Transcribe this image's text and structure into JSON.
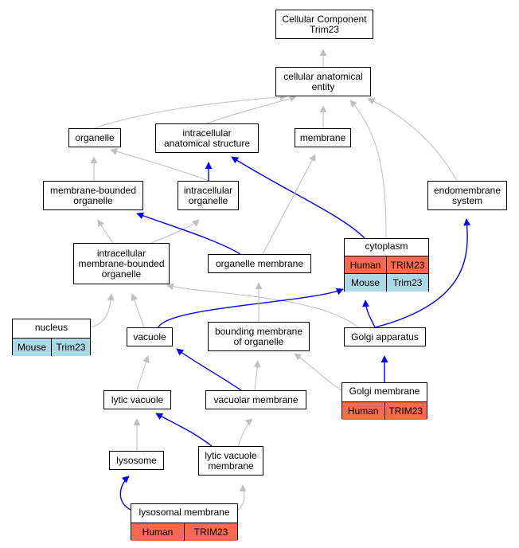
{
  "colors": {
    "is_a_edge": "#c0c0c0",
    "part_of_edge": "#0000ff",
    "human": "#f86a50",
    "mouse": "#add8e6"
  },
  "nodes": {
    "root": {
      "label": "Cellular Component\nTrim23"
    },
    "cae": {
      "label": "cellular anatomical\nentity"
    },
    "organelle": {
      "label": "organelle"
    },
    "ias": {
      "label": "intracellular\nanatomical structure"
    },
    "membrane": {
      "label": "membrane"
    },
    "mbo": {
      "label": "membrane-bounded\norganelle"
    },
    "io": {
      "label": "intracellular\norganelle"
    },
    "endo": {
      "label": "endomembrane\nsystem"
    },
    "imbo": {
      "label": "intracellular\nmembrane-bounded\norganelle"
    },
    "orgmem": {
      "label": "organelle membrane"
    },
    "cyto": {
      "label": "cytoplasm",
      "rows": [
        {
          "species": "Human",
          "gene": "TRIM23"
        },
        {
          "species": "Mouse",
          "gene": "Trim23"
        }
      ]
    },
    "nucleus": {
      "label": "nucleus",
      "rows": [
        {
          "species": "Mouse",
          "gene": "Trim23"
        }
      ]
    },
    "vacuole": {
      "label": "vacuole"
    },
    "bmo": {
      "label": "bounding membrane\nof organelle"
    },
    "golgi": {
      "label": "Golgi apparatus"
    },
    "lytvac": {
      "label": "lytic vacuole"
    },
    "vacmem": {
      "label": "vacuolar membrane"
    },
    "golgimem": {
      "label": "Golgi membrane",
      "rows": [
        {
          "species": "Human",
          "gene": "TRIM23"
        }
      ]
    },
    "lysosome": {
      "label": "lysosome"
    },
    "lvm": {
      "label": "lytic vacuole\nmembrane"
    },
    "lysmem": {
      "label": "lysosomal membrane",
      "rows": [
        {
          "species": "Human",
          "gene": "TRIM23"
        }
      ]
    }
  },
  "edges": [
    {
      "from": "cae",
      "to": "root",
      "type": "is_a"
    },
    {
      "from": "organelle",
      "to": "cae",
      "type": "is_a"
    },
    {
      "from": "ias",
      "to": "cae",
      "type": "is_a"
    },
    {
      "from": "membrane",
      "to": "cae",
      "type": "is_a"
    },
    {
      "from": "cyto",
      "to": "cae",
      "type": "is_a"
    },
    {
      "from": "endo",
      "to": "cae",
      "type": "is_a"
    },
    {
      "from": "mbo",
      "to": "organelle",
      "type": "is_a"
    },
    {
      "from": "io",
      "to": "organelle",
      "type": "is_a"
    },
    {
      "from": "io",
      "to": "ias",
      "type": "part_of"
    },
    {
      "from": "cyto",
      "to": "ias",
      "type": "part_of"
    },
    {
      "from": "imbo",
      "to": "mbo",
      "type": "is_a"
    },
    {
      "from": "imbo",
      "to": "io",
      "type": "is_a"
    },
    {
      "from": "orgmem",
      "to": "mbo",
      "type": "part_of"
    },
    {
      "from": "orgmem",
      "to": "membrane",
      "type": "is_a"
    },
    {
      "from": "nucleus",
      "to": "imbo",
      "type": "is_a"
    },
    {
      "from": "vacuole",
      "to": "imbo",
      "type": "is_a"
    },
    {
      "from": "golgi",
      "to": "imbo",
      "type": "is_a"
    },
    {
      "from": "vacuole",
      "to": "cyto",
      "type": "part_of"
    },
    {
      "from": "golgi",
      "to": "cyto",
      "type": "part_of"
    },
    {
      "from": "golgi",
      "to": "endo",
      "type": "part_of"
    },
    {
      "from": "bmo",
      "to": "orgmem",
      "type": "is_a"
    },
    {
      "from": "lytvac",
      "to": "vacuole",
      "type": "is_a"
    },
    {
      "from": "vacmem",
      "to": "vacuole",
      "type": "part_of"
    },
    {
      "from": "vacmem",
      "to": "bmo",
      "type": "is_a"
    },
    {
      "from": "golgimem",
      "to": "bmo",
      "type": "is_a"
    },
    {
      "from": "golgimem",
      "to": "golgi",
      "type": "part_of"
    },
    {
      "from": "lysosome",
      "to": "lytvac",
      "type": "is_a"
    },
    {
      "from": "lvm",
      "to": "lytvac",
      "type": "part_of"
    },
    {
      "from": "lvm",
      "to": "vacmem",
      "type": "is_a"
    },
    {
      "from": "lysmem",
      "to": "lysosome",
      "type": "part_of"
    },
    {
      "from": "lysmem",
      "to": "lvm",
      "type": "is_a"
    }
  ]
}
